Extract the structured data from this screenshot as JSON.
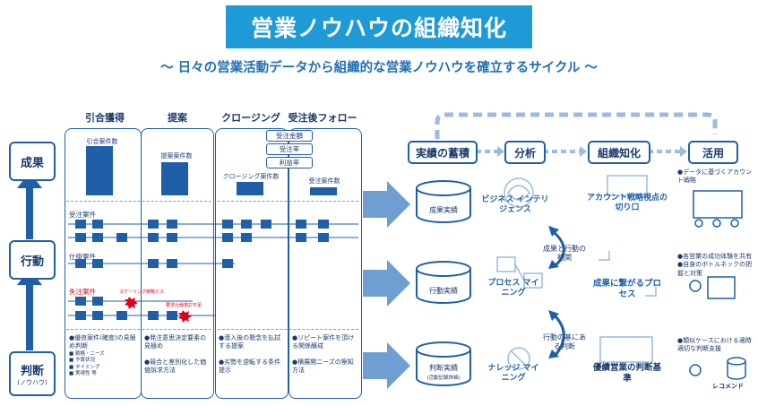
{
  "title": "営業ノウハウの組織知化",
  "subtitle": "〜 日々の営業活動データから組織的な営業ノウハウを確立するサイクル 〜",
  "left_labels": {
    "result": "成果",
    "action": "行動",
    "judgment": "判断",
    "judgment_sub": "(ノウハウ)"
  },
  "columns": [
    "引合獲得",
    "提案",
    "クロージング",
    "受注後フォロー"
  ],
  "result_row": {
    "c1": "引合案件数",
    "c2": "提案案件数",
    "c3": "クロージング案件数",
    "c4": "受注案件数"
  },
  "metrics": [
    "受注金額",
    "受注率",
    "利益率"
  ],
  "action_rows": [
    "受注案件",
    "仕掛案件",
    "失注案件"
  ],
  "alerts": {
    "a1": "スケーリング戦略ミス",
    "a2": "要求仕様検討不足"
  },
  "bottom": {
    "c1": {
      "main": "●優良案件(確度)の見極め判断",
      "subs": [
        "■ 戦略・ニーズ",
        "■ 予算状況",
        "■ タイミング",
        "■ 実現性 等"
      ]
    },
    "c2": {
      "main": [
        "●発注意思決定要素の見極め",
        "●競合と差別化した価値訴求方法"
      ]
    },
    "c3": {
      "main": [
        "●導入後の懸念を払拭する提案",
        "●劣勢を逆転する条件提示"
      ]
    },
    "c4": {
      "main": [
        "●リピート案件を頂ける関係醸成",
        "●横展開ニーズの察知方法"
      ]
    }
  },
  "cylinders": {
    "result": "成果実績",
    "action": "行動実績",
    "judgment": "判断実績",
    "judgment_sub": "(活動記録詳細)"
  },
  "cycle": [
    "実績の蓄積",
    "分析",
    "組織知化",
    "活用"
  ],
  "analysis": {
    "bi": "ビジネス インテリジェンス",
    "process_mining": "プロセス マイニング",
    "knowledge_mining": "ナレッジ マイニング",
    "rel1": "成果と行動の相関",
    "rel2": "行動の基にある判断"
  },
  "knowledge": {
    "account": "アカウント戦略視点の切り口",
    "process": "成果に繋がるプロセス",
    "criteria": "優績営業の判断基準"
  },
  "use": {
    "u1": [
      "●データに基づくアカウント戦略"
    ],
    "u2": [
      "●各営業の成功体験を共有",
      "●自身のボトルネックの把握と対策"
    ],
    "u3": [
      "●類似ケースにおける適時適切な判断支援"
    ],
    "recommend": "レコメンド"
  },
  "colors": {
    "accent": "#1e9bd7",
    "dark": "#1e5fa8",
    "alert": "#e0001b",
    "arrow": "#6f9ed3"
  }
}
